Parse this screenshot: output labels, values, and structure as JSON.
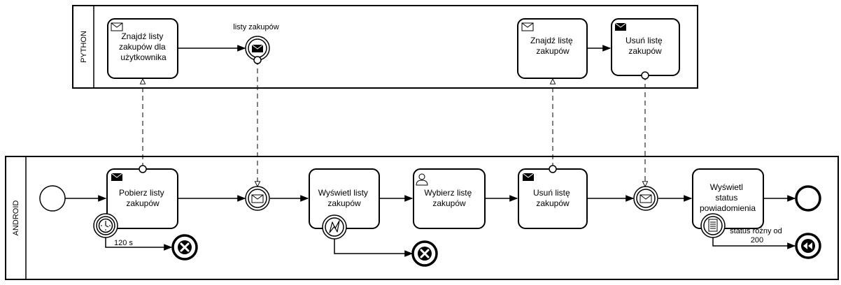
{
  "pools": {
    "python": {
      "label": "PYTHON"
    },
    "android": {
      "label": "ANDROID"
    }
  },
  "tasks": {
    "py_find_lists": {
      "lines": [
        "Znajdź listy",
        "zakupów dla",
        "użytkownika"
      ],
      "icon": "envelope-outline-icon"
    },
    "py_find_list": {
      "lines": [
        "Znajdź listę",
        "zakupów"
      ],
      "icon": "envelope-outline-icon"
    },
    "py_delete_list": {
      "lines": [
        "Usuń listę",
        "zakupów"
      ],
      "icon": "envelope-filled-icon"
    },
    "an_fetch_lists": {
      "lines": [
        "Pobierz listy",
        "zakupów"
      ],
      "icon": "envelope-filled-icon"
    },
    "an_show_lists": {
      "lines": [
        "Wyświetl listy",
        "zakupów"
      ],
      "icon": ""
    },
    "an_choose_list": {
      "lines": [
        "Wybierz listę",
        "zakupów"
      ],
      "icon": "user-task-icon"
    },
    "an_delete_list": {
      "lines": [
        "Usuń listę",
        "zakupów"
      ],
      "icon": "envelope-filled-icon"
    },
    "an_show_status": {
      "lines": [
        "Wyświetl",
        "status",
        "powiadomienia"
      ],
      "icon": ""
    }
  },
  "events": {
    "py_send_lists": {
      "label": "listy zakupów",
      "icon": "envelope-filled-icon"
    },
    "timer_boundary": {
      "label": "120 s",
      "icon": "clock-icon"
    },
    "error_boundary": {
      "icon": "lightning-icon"
    },
    "condition_boundary": {
      "lines": [
        "status różny od",
        "200"
      ],
      "icon": "document-icon"
    },
    "receive_1": {
      "icon": "envelope-outline-icon"
    },
    "receive_2": {
      "icon": "envelope-outline-icon"
    },
    "cancel_end_1": {
      "icon": "cross-icon"
    },
    "cancel_end_2": {
      "icon": "cross-icon"
    },
    "compensation_end": {
      "icon": "rewind-icon"
    }
  }
}
